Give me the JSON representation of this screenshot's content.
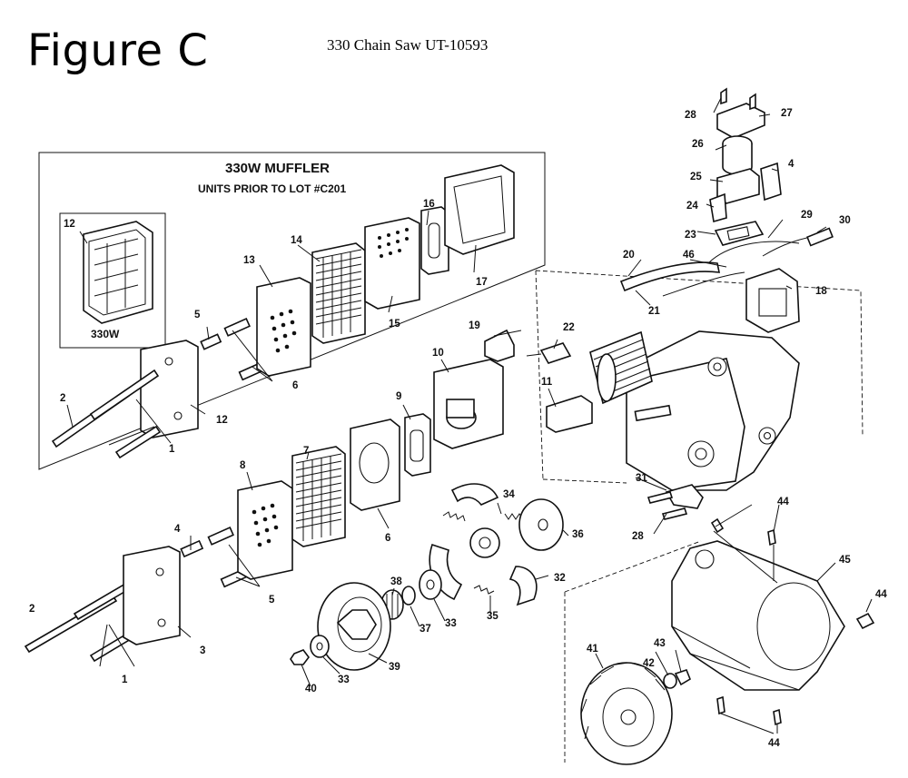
{
  "figure_title": "Figure C",
  "subtitle": "330 Chain Saw UT-10593",
  "inset": {
    "heading": "330W MUFFLER",
    "subheading": "UNITS PRIOR TO LOT #C201",
    "sub_inset_caption": "330W"
  },
  "callouts": {
    "c1a": "1",
    "c1b": "1",
    "c2a": "2",
    "c2b": "2",
    "c3": "3",
    "c4a": "4",
    "c4b": "4",
    "c5a": "5",
    "c5b": "5",
    "c6a": "6",
    "c6b": "6",
    "c7": "7",
    "c8": "8",
    "c9": "9",
    "c10": "10",
    "c11": "11",
    "c12a": "12",
    "c12b": "12",
    "c13": "13",
    "c14": "14",
    "c15": "15",
    "c16": "16",
    "c17": "17",
    "c18": "18",
    "c19": "19",
    "c20": "20",
    "c21": "21",
    "c22": "22",
    "c23": "23",
    "c24": "24",
    "c25": "25",
    "c26": "26",
    "c27": "27",
    "c28a": "28",
    "c28b": "28",
    "c29": "29",
    "c30": "30",
    "c31": "31",
    "c32": "32",
    "c33a": "33",
    "c33b": "33",
    "c34": "34",
    "c35": "35",
    "c36": "36",
    "c37": "37",
    "c38": "38",
    "c39": "39",
    "c40": "40",
    "c41": "41",
    "c42": "42",
    "c43": "43",
    "c44a": "44",
    "c44b": "44",
    "c44c": "44",
    "c45": "45",
    "c46": "46"
  }
}
